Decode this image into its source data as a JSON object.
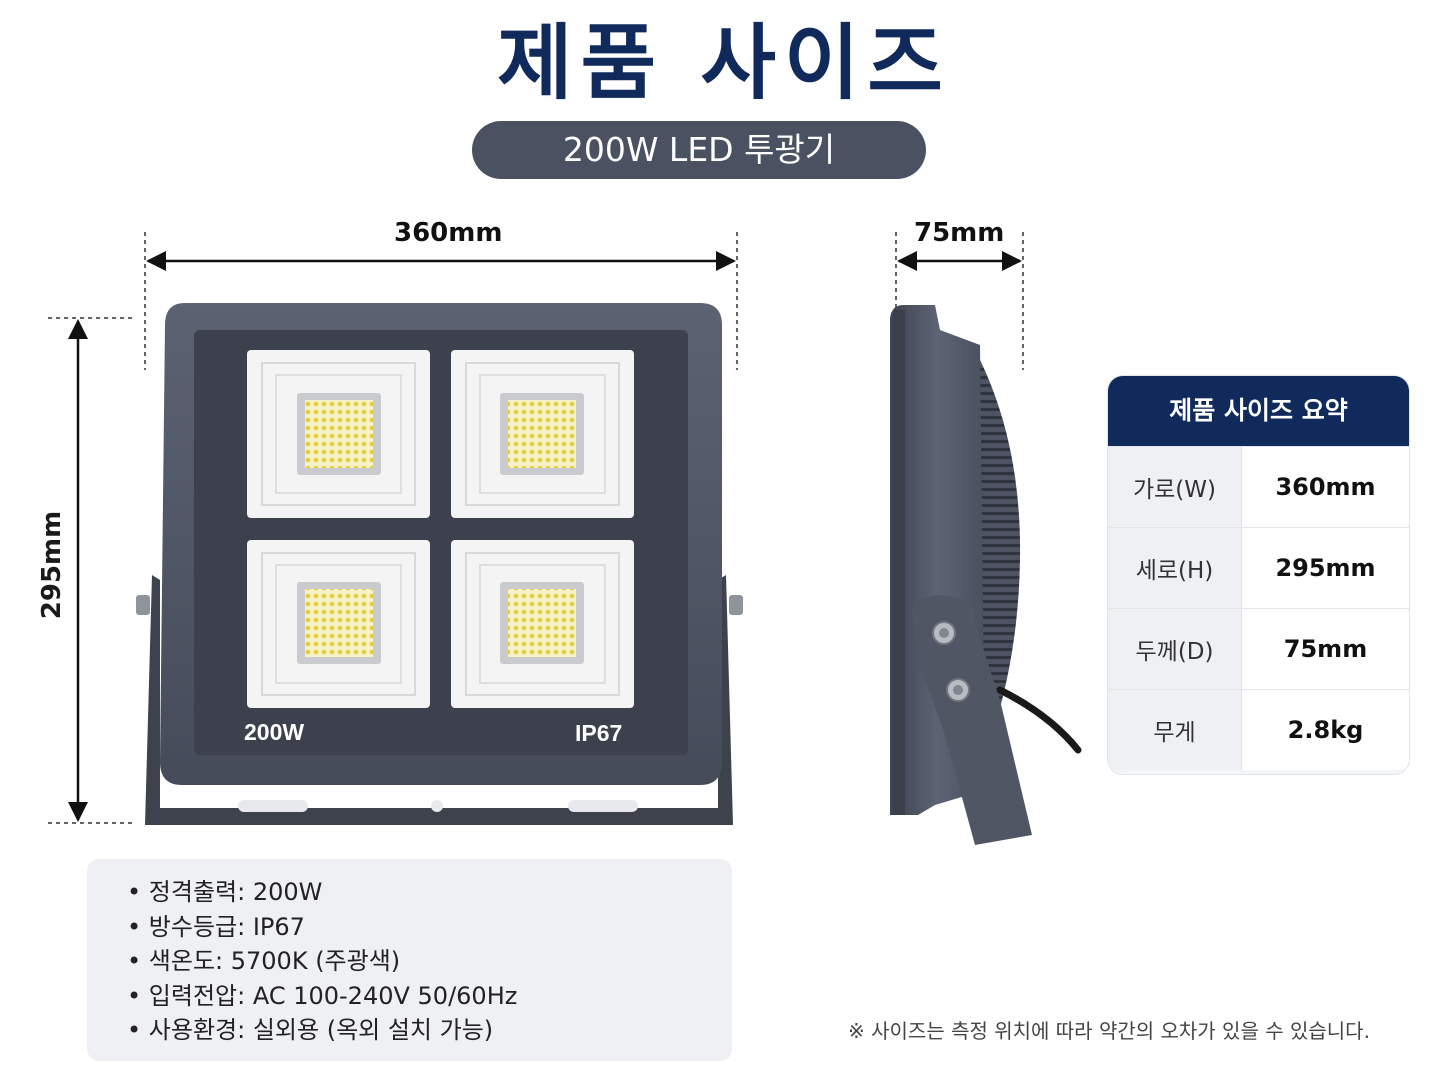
{
  "header": {
    "title": "제품 사이즈",
    "subtitle": "200W LED 투광기"
  },
  "dimensions": {
    "width_label": "360mm",
    "height_label": "295mm",
    "depth_label": "75mm"
  },
  "product_front": {
    "power_label": "200W",
    "ip_label": "IP67"
  },
  "summary": {
    "title": "제품 사이즈 요약",
    "rows": [
      {
        "label": "가로(W)",
        "value": "360mm"
      },
      {
        "label": "세로(H)",
        "value": "295mm"
      },
      {
        "label": "두께(D)",
        "value": "75mm"
      },
      {
        "label": "무게",
        "value": "2.8kg"
      }
    ]
  },
  "specs": [
    "정격출력: 200W",
    "방수등급: IP67",
    "색온도: 5700K (주광색)",
    "입력전압: AC 100-240V 50/60Hz",
    "사용환경: 실외용 (옥외 설치 가능)"
  ],
  "footnote": "※ 사이즈는 측정 위치에 따라 약간의 오차가 있을 수 있습니다.",
  "colors": {
    "navy": "#102a5c",
    "housing": "#4a5160",
    "led": "#f2e36a"
  }
}
